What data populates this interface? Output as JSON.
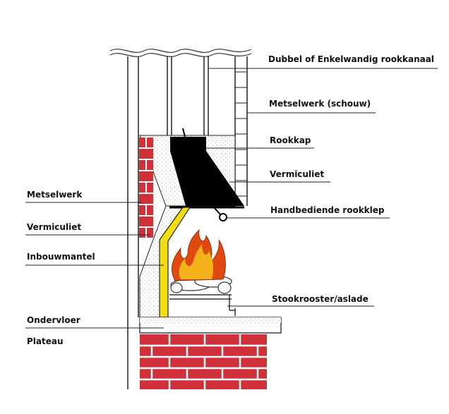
{
  "labels": {
    "rookkanaal": "Dubbel of Enkelwandig rookkanaal",
    "metselwerk_schouw": "Metselwerk (schouw)",
    "rookkap": "Rookkap",
    "vermiculiet_right": "Vermiculiet",
    "rookklep": "Handbediende rookklep",
    "stookrooster": "Stookrooster/aslade",
    "metselwerk": "Metselwerk",
    "vermiculiet_left": "Vermiculiet",
    "inbouwmantel": "Inbouwmantel",
    "ondervloer": "Ondervloer",
    "plateau": "Plateau"
  },
  "colors": {
    "brick": "#d0303a",
    "mortar": "#ffffff",
    "smoke_hood": "#000000",
    "insert_mantle": "#f2dd10",
    "flame_outer": "#e04a12",
    "flame_inner": "#f6b21a",
    "line": "#222222",
    "vermiculite": "#c9c9c9"
  }
}
